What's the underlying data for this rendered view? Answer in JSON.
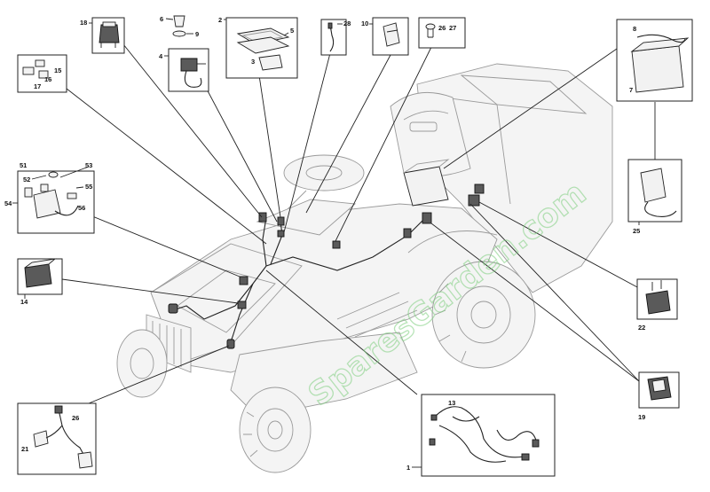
{
  "diagram": {
    "watermark": "SparesGarden.com",
    "callouts": {
      "c1": "1",
      "c2": "2",
      "c3": "3",
      "c4": "4",
      "c5": "5",
      "c6": "6",
      "c7": "7",
      "c8": "8",
      "c9": "9",
      "c10": "10",
      "c13": "13",
      "c14": "14",
      "c15": "15",
      "c16": "16",
      "c17": "17",
      "c18": "18",
      "c19": "19",
      "c21": "21",
      "c22": "22",
      "c25": "25",
      "c26a": "26",
      "c26b": "26",
      "c27": "27",
      "c28": "28",
      "c51": "51",
      "c52": "52",
      "c53": "53",
      "c54": "54",
      "c55": "55",
      "c56": "56"
    }
  }
}
